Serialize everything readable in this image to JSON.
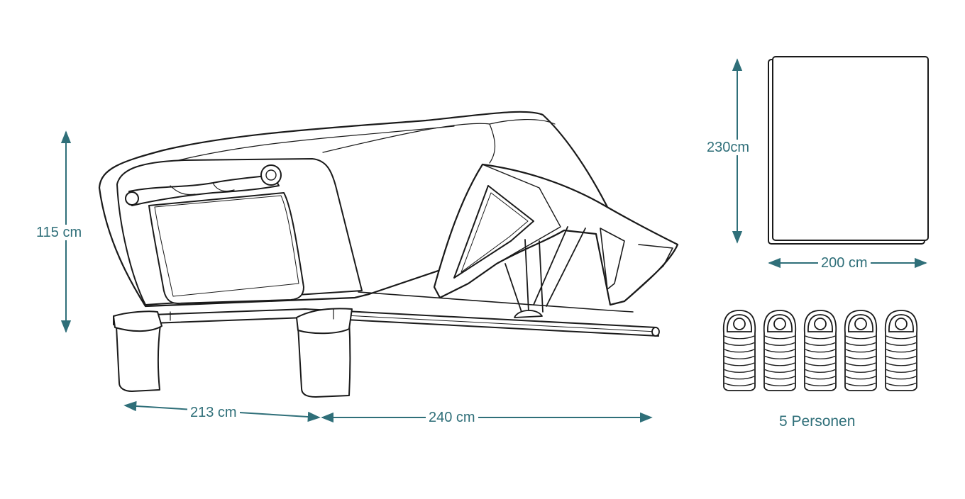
{
  "dimensions": {
    "height": "115 cm",
    "length_closed": "213 cm",
    "length_open": "240 cm",
    "mattress_length": "230cm",
    "mattress_width": "200 cm"
  },
  "capacity_label": "5 Personen",
  "sleeping_bags": {
    "count": 5
  },
  "colors": {
    "accent": "#2f6f79",
    "line": "#1a1a1a",
    "fill": "#ffffff"
  },
  "icons": [
    "tent-icon",
    "mattress-icon",
    "sleeping-bag-icon"
  ]
}
